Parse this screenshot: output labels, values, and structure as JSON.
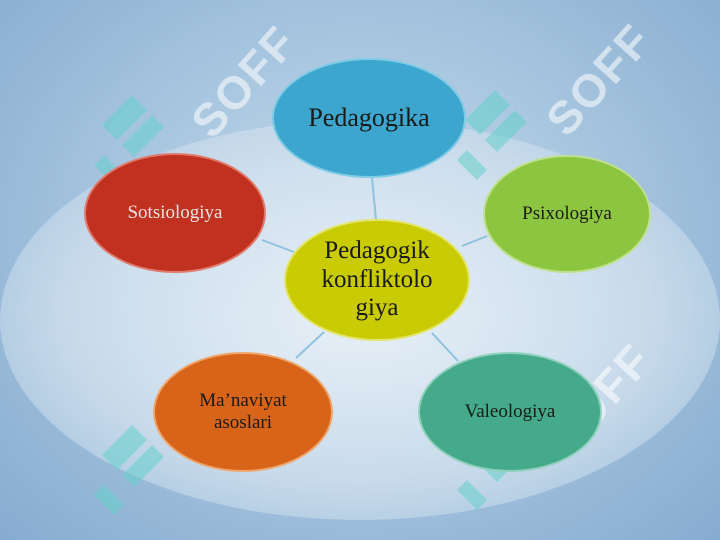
{
  "diagram": {
    "center": "Pedagogik konfliktolo giya",
    "nodes": {
      "top": "Pedagogika",
      "left": "Sotsiologiya",
      "right": "Psixologiya",
      "bottom_left": "Ma’naviyat asoslari",
      "bottom_right": "Valeologiya"
    }
  },
  "watermark": {
    "text": "SOFF"
  },
  "colors": {
    "center": "#c9cb05",
    "top": "#3ca6cf",
    "left": "#c0311f",
    "right": "#8cc540",
    "bottom_left": "#d76418",
    "bottom_right": "#44aa8a",
    "connector": "#8fc2de"
  }
}
